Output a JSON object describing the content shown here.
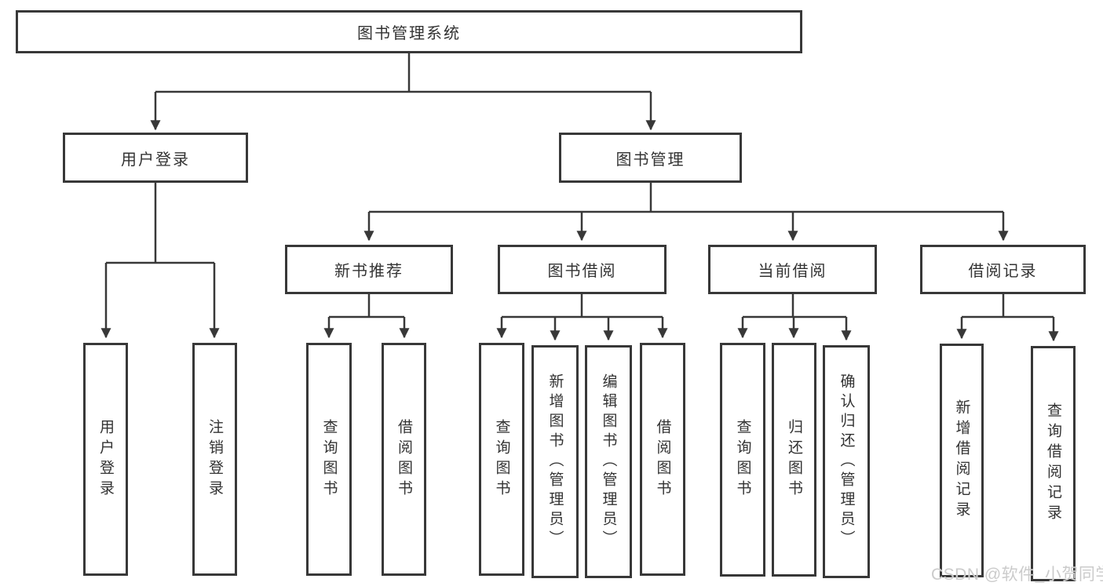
{
  "watermark": "CSDN @软件_小贺同学",
  "colors": {
    "line": "#383838",
    "box_border": "#383838",
    "text": "#333333",
    "watermark": "#cbcbcb",
    "background": "#ffffff"
  },
  "tree": {
    "root": "图书管理系统",
    "branches": [
      {
        "label": "用户登录",
        "children": [
          "用户登录",
          "注销登录"
        ]
      },
      {
        "label": "图书管理",
        "children": [
          {
            "label": "新书推荐",
            "children": [
              "查询图书",
              "借阅图书"
            ]
          },
          {
            "label": "图书借阅",
            "children": [
              "查询图书",
              "新增图书（管理员）",
              "编辑图书（管理员）",
              "借阅图书"
            ]
          },
          {
            "label": "当前借阅",
            "children": [
              "查询图书",
              "归还图书",
              "确认归还（管理员）"
            ]
          },
          {
            "label": "借阅记录",
            "children": [
              "新增借阅记录",
              "查询借阅记录"
            ]
          }
        ]
      }
    ]
  }
}
